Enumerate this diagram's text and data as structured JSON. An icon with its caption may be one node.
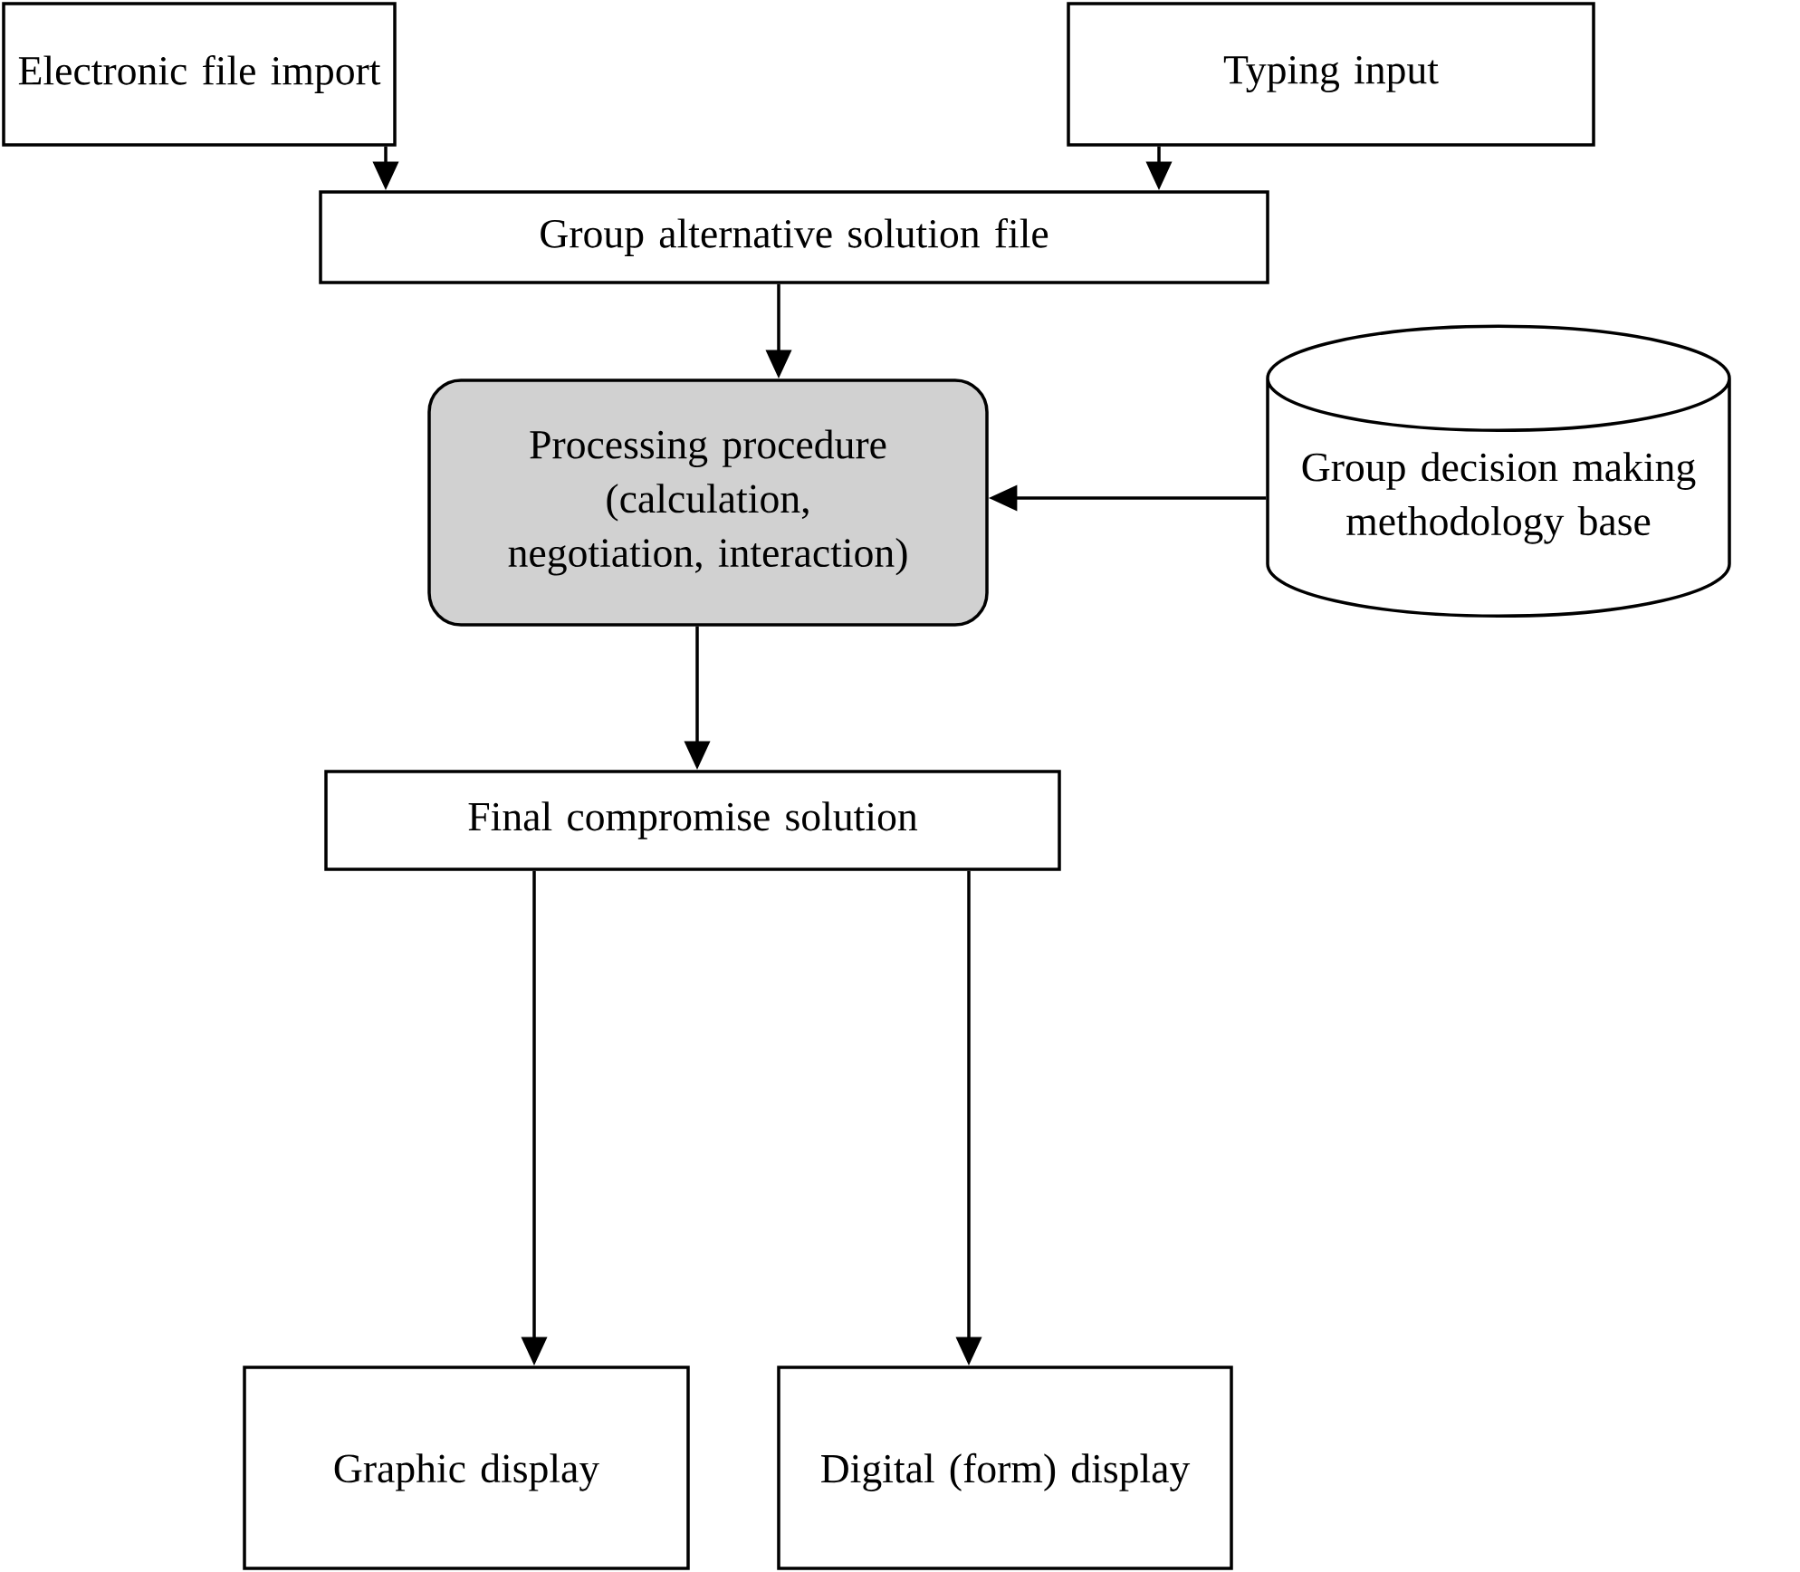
{
  "diagram": {
    "nodes": [
      {
        "text": [
          "Electronic file import"
        ]
      },
      {
        "text": [
          "Typing input"
        ]
      },
      {
        "text": [
          "Group alternative solution file"
        ]
      },
      {
        "text": [
          "Processing procedure (calculation, negotiation, interaction)"
        ]
      },
      {
        "text": [
          "Group decision making methodology base"
        ]
      },
      {
        "text": [
          "Final compromise solution"
        ]
      },
      {
        "text": [
          "Graphic display"
        ]
      },
      {
        "text": [
          "Digital (form) display"
        ]
      }
    ],
    "edges": [
      {
        "from": 0,
        "to": 2,
        "arrow": "to"
      },
      {
        "from": 1,
        "to": 2,
        "arrow": "to"
      },
      {
        "from": 2,
        "to": 3,
        "arrow": "to"
      },
      {
        "from": 4,
        "to": 3,
        "arrow": "to"
      },
      {
        "from": 3,
        "to": 5,
        "arrow": "to"
      },
      {
        "from": 5,
        "to": 6,
        "arrow": "to"
      },
      {
        "from": 5,
        "to": 7,
        "arrow": "to"
      }
    ]
  }
}
